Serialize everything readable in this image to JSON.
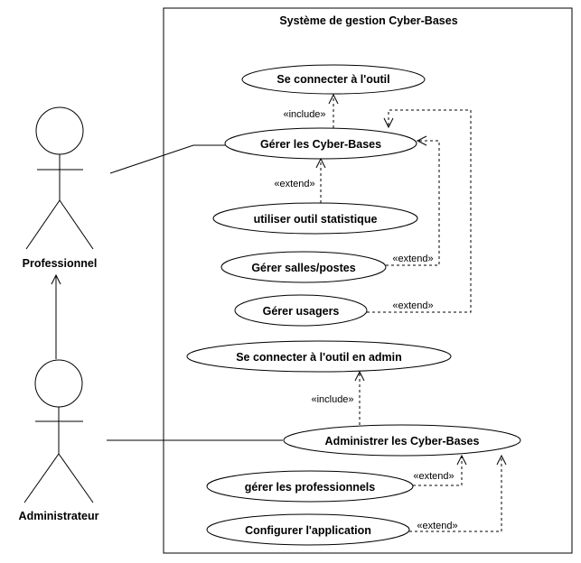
{
  "system": {
    "title": "Système de gestion Cyber-Bases"
  },
  "actors": [
    {
      "id": "professionnel",
      "label": "Professionnel"
    },
    {
      "id": "administrateur",
      "label": "Administrateur"
    }
  ],
  "use_cases": [
    {
      "id": "connect",
      "label": "Se connecter à l'outil"
    },
    {
      "id": "manage",
      "label": "Gérer les Cyber-Bases"
    },
    {
      "id": "stats",
      "label": "utiliser outil statistique"
    },
    {
      "id": "rooms",
      "label": "Gérer salles/postes"
    },
    {
      "id": "users",
      "label": "Gérer  usagers"
    },
    {
      "id": "connect_admin",
      "label": "Se connecter à l'outil en admin"
    },
    {
      "id": "admin_manage",
      "label": "Administrer les Cyber-Bases"
    },
    {
      "id": "pros",
      "label": "gérer les professionnels"
    },
    {
      "id": "config",
      "label": "Configurer l'application"
    }
  ],
  "relations": [
    {
      "from": "manage",
      "to": "connect",
      "stereotype": "«include»"
    },
    {
      "from": "stats",
      "to": "manage",
      "stereotype": "«extend»"
    },
    {
      "from": "rooms",
      "to": "manage",
      "stereotype": "«extend»"
    },
    {
      "from": "users",
      "to": "manage",
      "stereotype": "«extend»"
    },
    {
      "from": "admin_manage",
      "to": "connect_admin",
      "stereotype": "«include»"
    },
    {
      "from": "pros",
      "to": "admin_manage",
      "stereotype": "«extend»"
    },
    {
      "from": "config",
      "to": "admin_manage",
      "stereotype": "«extend»"
    }
  ]
}
